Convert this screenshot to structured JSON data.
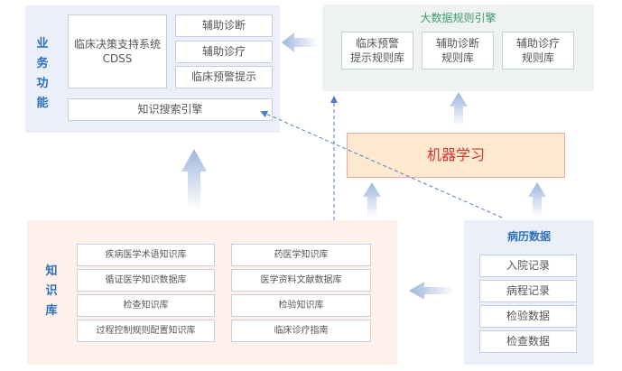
{
  "business": {
    "label": "业务功能",
    "cdss": "临床决策支持系统\nCDSS",
    "items": [
      "辅助诊断",
      "辅助诊疗",
      "临床预警提示"
    ],
    "search": "知识搜索引擎"
  },
  "rules": {
    "title": "大数据规则引擎",
    "items": [
      "临床预警\n提示规则库",
      "辅助诊断\n规则库",
      "辅助诊疗\n规则库"
    ]
  },
  "ml": {
    "label": "机器学习"
  },
  "knowledge": {
    "label": "知识库",
    "left": [
      "疾病医学术语知识库",
      "循证医学知识数据库",
      "检查知识库",
      "过程控制规则配置知识库"
    ],
    "right": [
      "药医学知识库",
      "医学资料文献数据库",
      "检验知识库",
      "临床诊疗指南"
    ]
  },
  "records": {
    "title": "病历数据",
    "items": [
      "入院记录",
      "病程记录",
      "检验数据",
      "检查数据"
    ]
  },
  "colors": {
    "accent": "#2f6fba",
    "arrow": "#9fb6dc",
    "ml_red": "#d9322e",
    "ml_fill": "#fde9d0",
    "ml_border": "#f2a8a8",
    "rules_green": "#3d9a6b"
  }
}
